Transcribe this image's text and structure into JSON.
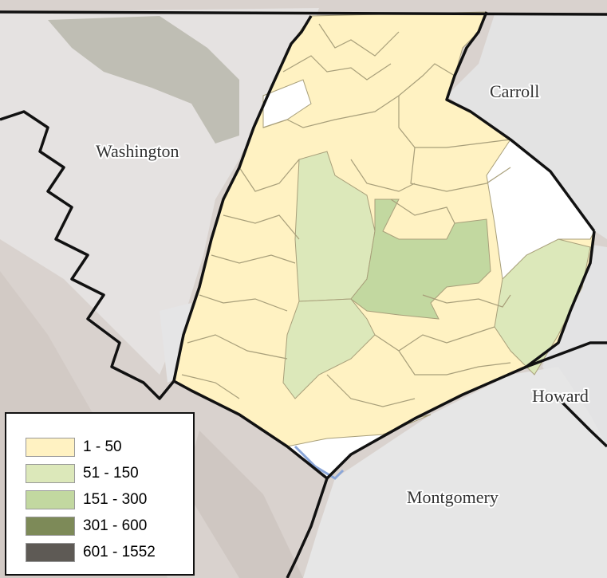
{
  "map": {
    "county_labels": {
      "washington": "Washington",
      "carroll": "Carroll",
      "howard": "Howard",
      "montgomery": "Montgomery"
    },
    "colors": {
      "class_1": "#fff2c2",
      "class_2": "#dce8ba",
      "class_3": "#c2d8a0",
      "class_4": "#7d8a58",
      "class_5": "#5e5a55",
      "no_data": "#ffffff",
      "neighbor_gray": "#e4e4e6",
      "terrain": "#d9d2ce",
      "boundary": "#111111"
    }
  },
  "legend": {
    "items": [
      {
        "label": "1 - 50",
        "color": "#fff2c2"
      },
      {
        "label": "51 - 150",
        "color": "#dce8ba"
      },
      {
        "label": "151 - 300",
        "color": "#c2d8a0"
      },
      {
        "label": "301 - 600",
        "color": "#7d8a58"
      },
      {
        "label": "601 - 1552",
        "color": "#5e5a55"
      }
    ]
  }
}
